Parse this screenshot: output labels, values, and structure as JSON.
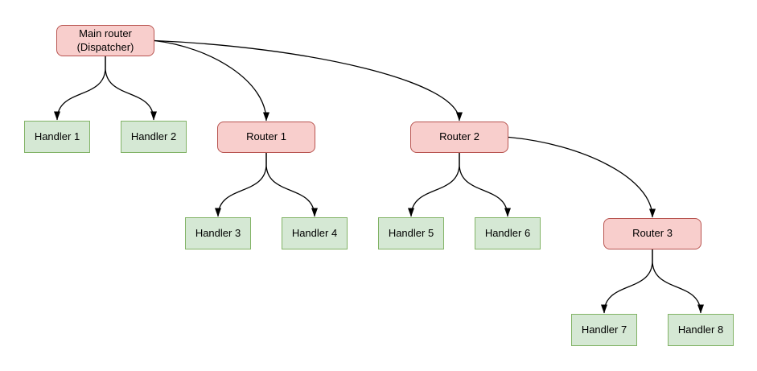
{
  "diagram": {
    "nodes": [
      {
        "id": "main",
        "label": "Main router (Dispatcher)",
        "kind": "router"
      },
      {
        "id": "h1",
        "label": "Handler 1",
        "kind": "handler"
      },
      {
        "id": "h2",
        "label": "Handler 2",
        "kind": "handler"
      },
      {
        "id": "r1",
        "label": "Router 1",
        "kind": "router"
      },
      {
        "id": "r2",
        "label": "Router 2",
        "kind": "router"
      },
      {
        "id": "h3",
        "label": "Handler 3",
        "kind": "handler"
      },
      {
        "id": "h4",
        "label": "Handler 4",
        "kind": "handler"
      },
      {
        "id": "h5",
        "label": "Handler 5",
        "kind": "handler"
      },
      {
        "id": "h6",
        "label": "Handler 6",
        "kind": "handler"
      },
      {
        "id": "r3",
        "label": "Router 3",
        "kind": "router"
      },
      {
        "id": "h7",
        "label": "Handler 7",
        "kind": "handler"
      },
      {
        "id": "h8",
        "label": "Handler 8",
        "kind": "handler"
      }
    ],
    "edges": [
      {
        "from": "main",
        "to": "h1",
        "route": "bottom"
      },
      {
        "from": "main",
        "to": "h2",
        "route": "bottom"
      },
      {
        "from": "main",
        "to": "r1",
        "route": "side"
      },
      {
        "from": "main",
        "to": "r2",
        "route": "side"
      },
      {
        "from": "r1",
        "to": "h3",
        "route": "bottom"
      },
      {
        "from": "r1",
        "to": "h4",
        "route": "bottom"
      },
      {
        "from": "r2",
        "to": "h5",
        "route": "bottom"
      },
      {
        "from": "r2",
        "to": "h6",
        "route": "bottom"
      },
      {
        "from": "r2",
        "to": "r3",
        "route": "side"
      },
      {
        "from": "r3",
        "to": "h7",
        "route": "bottom"
      },
      {
        "from": "r3",
        "to": "h8",
        "route": "bottom"
      }
    ],
    "colors": {
      "router_fill": "#f8cecc",
      "router_border": "#b85450",
      "handler_fill": "#d5e8d4",
      "handler_border": "#82b366",
      "edge": "#000000",
      "background": "#ffffff"
    }
  }
}
